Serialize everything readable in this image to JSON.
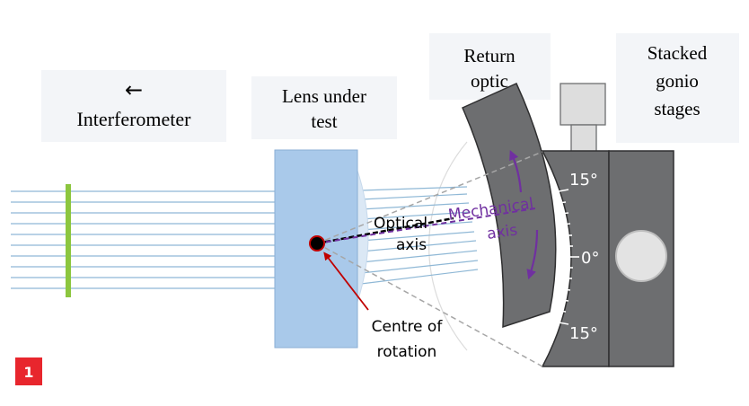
{
  "labels": {
    "arrow_glyph": "←",
    "interferometer": "Interferometer",
    "lens_line1": "Lens under",
    "lens_line2": "test",
    "return_line1": "Return",
    "return_line2": "optic",
    "gonio_line1": "Stacked",
    "gonio_line2": "gonio",
    "gonio_line3": "stages",
    "optical_line1": "Optical",
    "optical_line2": "axis",
    "mechanical_line1": "Mechanical",
    "mechanical_line2": "axis",
    "centre_line1": "Centre of",
    "centre_line2": "rotation",
    "angle_top": "15°",
    "angle_mid": "0°",
    "angle_bottom": "15°",
    "figure_number": "1"
  },
  "colors": {
    "beam": "#8fb8d6",
    "wavefront": "#8cc63f",
    "lens": "#a9c9ea",
    "lens_edge": "#8aaed4",
    "optic": "#6d6e70",
    "gonio": "#6d6e70",
    "label_box": "#f3f5f8",
    "mechanical": "#7030a0",
    "centre_marker": "#c00000",
    "badge": "#e8262d"
  }
}
